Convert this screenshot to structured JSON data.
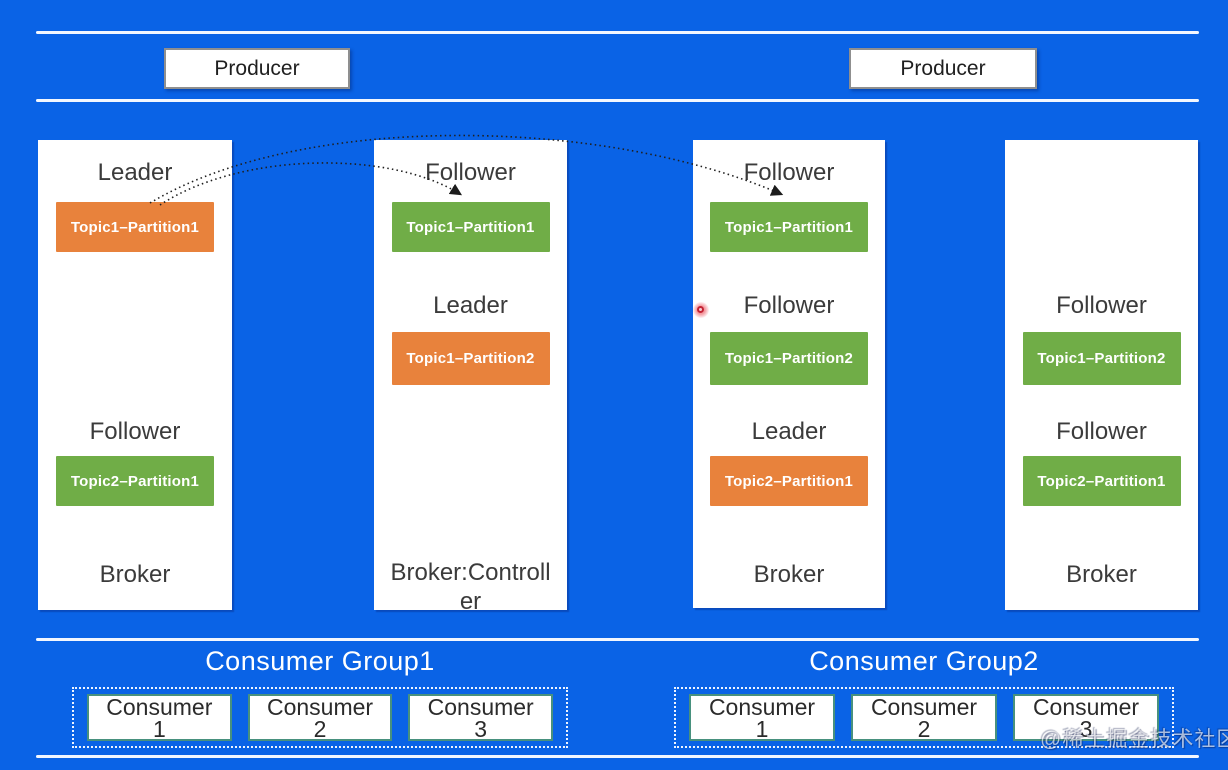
{
  "colors": {
    "background": "#0a63e6",
    "leader_partition": "#e8823c",
    "follower_partition": "#70ad47",
    "separator_line": "#f3f7ff",
    "consumer_border": "#48917e"
  },
  "producers": [
    {
      "label": "Producer"
    },
    {
      "label": "Producer"
    }
  ],
  "brokers": [
    {
      "footer": "Broker",
      "sections": [
        {
          "role": "Leader",
          "partition": "Topic1–Partition1",
          "kind": "leader"
        },
        {
          "role": "Follower",
          "partition": "Topic2–Partition1",
          "kind": "follower"
        }
      ]
    },
    {
      "footer": "Broker:Controller",
      "sections": [
        {
          "role": "Follower",
          "partition": "Topic1–Partition1",
          "kind": "follower"
        },
        {
          "role": "Leader",
          "partition": "Topic1–Partition2",
          "kind": "leader"
        }
      ]
    },
    {
      "footer": "Broker",
      "sections": [
        {
          "role": "Follower",
          "partition": "Topic1–Partition1",
          "kind": "follower"
        },
        {
          "role": "Follower",
          "partition": "Topic1–Partition2",
          "kind": "follower"
        },
        {
          "role": "Leader",
          "partition": "Topic2–Partition1",
          "kind": "leader"
        }
      ]
    },
    {
      "footer": "Broker",
      "sections": [
        {
          "role": "Follower",
          "partition": "Topic1–Partition2",
          "kind": "follower"
        },
        {
          "role": "Follower",
          "partition": "Topic2–Partition1",
          "kind": "follower"
        }
      ]
    }
  ],
  "consumer_groups": [
    {
      "title": "Consumer Group1",
      "consumers": [
        {
          "name": "Consumer",
          "number": "1"
        },
        {
          "name": "Consumer",
          "number": "2"
        },
        {
          "name": "Consumer",
          "number": "3"
        }
      ]
    },
    {
      "title": "Consumer Group2",
      "consumers": [
        {
          "name": "Consumer",
          "number": "1"
        },
        {
          "name": "Consumer",
          "number": "2"
        },
        {
          "name": "Consumer",
          "number": "3"
        }
      ]
    }
  ],
  "watermark": "@稀土掘金技术社区"
}
